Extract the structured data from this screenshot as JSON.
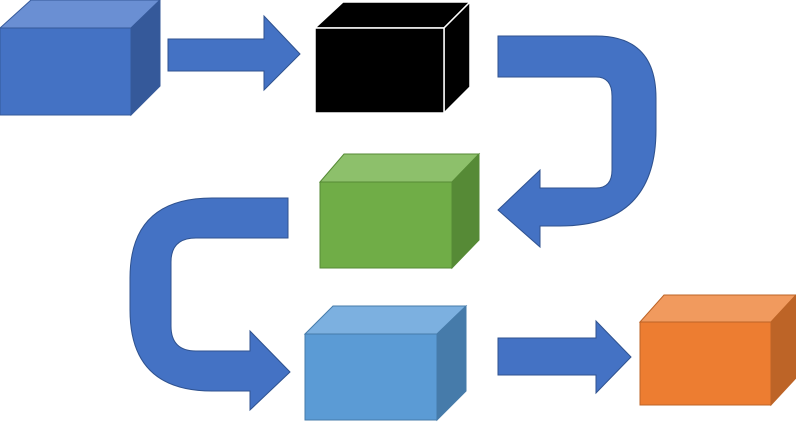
{
  "diagram": {
    "type": "process-flow",
    "boxes": [
      {
        "id": "box-1",
        "color": "blue",
        "front": "#4472C4",
        "top": "#6A8FD3",
        "side": "#35599A",
        "label": ""
      },
      {
        "id": "box-2",
        "color": "black",
        "front": "#000000",
        "top": "#000000",
        "side": "#000000",
        "outline": "#FFFFFF",
        "label": ""
      },
      {
        "id": "box-3",
        "color": "green",
        "front": "#70AD47",
        "top": "#8DC06B",
        "side": "#568A36",
        "label": ""
      },
      {
        "id": "box-4",
        "color": "light-blue",
        "front": "#5B9BD5",
        "top": "#7CB0E0",
        "side": "#467BAA",
        "label": ""
      },
      {
        "id": "box-5",
        "color": "orange",
        "front": "#ED7D31",
        "top": "#F19A5E",
        "side": "#BD6427",
        "label": ""
      }
    ],
    "connectors": [
      {
        "from": "box-1",
        "to": "box-2",
        "shape": "straight-arrow",
        "color": "#4472C4"
      },
      {
        "from": "box-2",
        "to": "box-3",
        "shape": "u-turn-arrow",
        "color": "#4472C4"
      },
      {
        "from": "box-3",
        "to": "box-4",
        "shape": "u-turn-arrow",
        "color": "#4472C4"
      },
      {
        "from": "box-4",
        "to": "box-5",
        "shape": "straight-arrow",
        "color": "#4472C4"
      }
    ],
    "arrow_outline": "#2F528F"
  }
}
